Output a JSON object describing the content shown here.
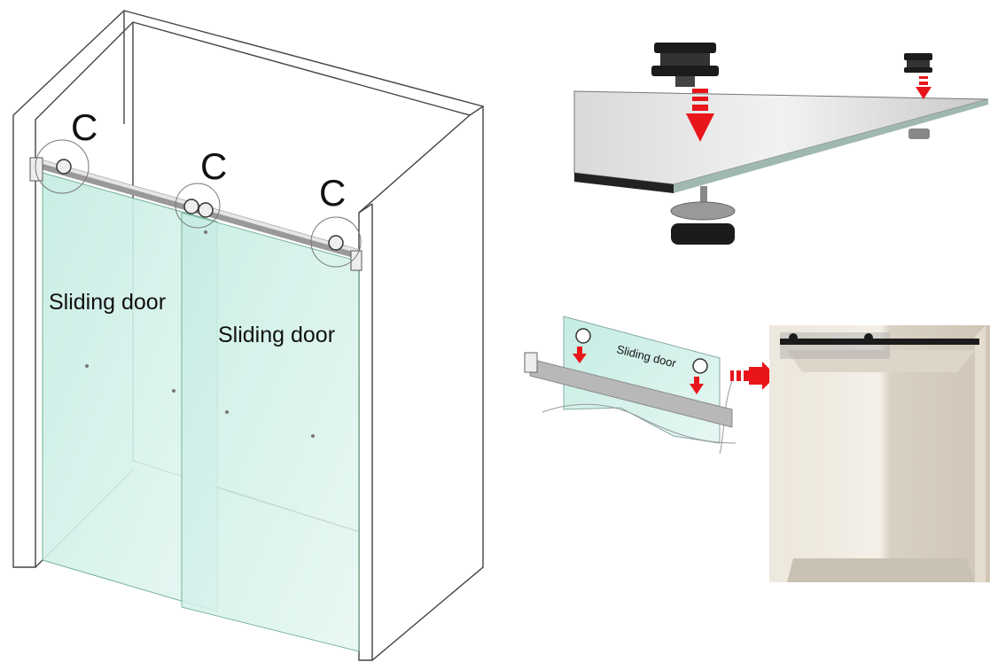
{
  "main_diagram": {
    "callouts": [
      "C",
      "C",
      "C"
    ],
    "door_labels": [
      "Sliding door",
      "Sliding door"
    ]
  },
  "detail_step": {
    "door_label": "Sliding door"
  },
  "colors": {
    "glass": "#cfeee6",
    "arrow": "#e8161b",
    "roller": "#1b1b1b",
    "rail": "#b8b8b8"
  }
}
